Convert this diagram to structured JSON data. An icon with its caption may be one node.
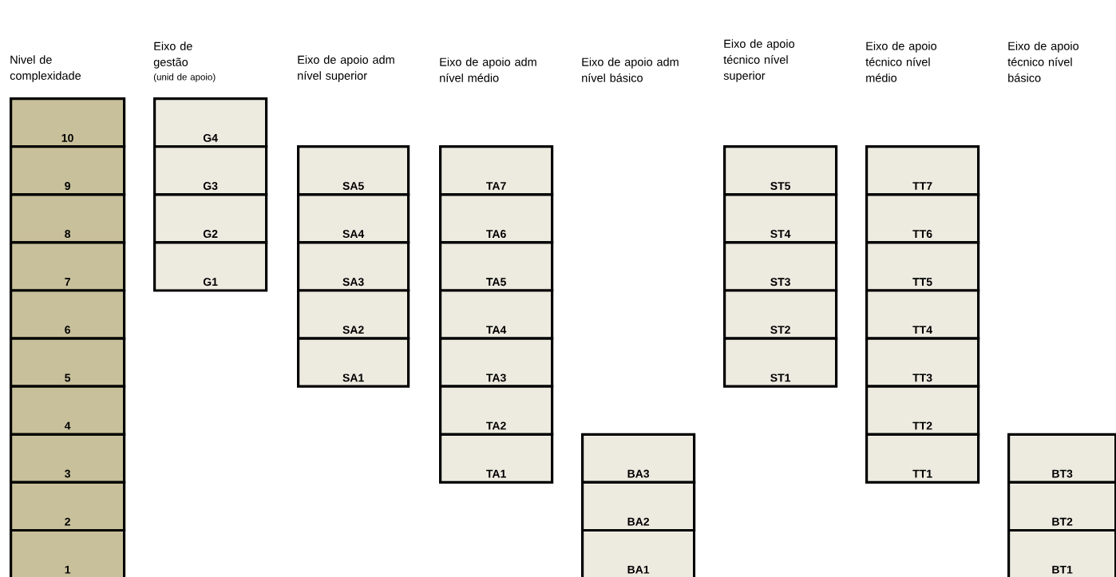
{
  "diagram": {
    "nodes": [
      {
        "text": [
          "10"
        ]
      },
      {
        "text": [
          "9"
        ]
      },
      {
        "text": [
          "8"
        ]
      },
      {
        "text": [
          "7"
        ]
      },
      {
        "text": [
          "6"
        ]
      },
      {
        "text": [
          "5"
        ]
      },
      {
        "text": [
          "4"
        ]
      },
      {
        "text": [
          "3"
        ]
      },
      {
        "text": [
          "2"
        ]
      },
      {
        "text": [
          "1"
        ]
      },
      {
        "text": [
          "G4"
        ]
      },
      {
        "text": [
          "G3"
        ]
      },
      {
        "text": [
          "G2"
        ]
      },
      {
        "text": [
          "G1"
        ]
      },
      {
        "text": [
          "SA5"
        ]
      },
      {
        "text": [
          "SA4"
        ]
      },
      {
        "text": [
          "SA3"
        ]
      },
      {
        "text": [
          "SA2"
        ]
      },
      {
        "text": [
          "SA1"
        ]
      },
      {
        "text": [
          "TA7"
        ]
      },
      {
        "text": [
          "TA6"
        ]
      },
      {
        "text": [
          "TA5"
        ]
      },
      {
        "text": [
          "TA4"
        ]
      },
      {
        "text": [
          "TA3"
        ]
      },
      {
        "text": [
          "TA2"
        ]
      },
      {
        "text": [
          "TA1"
        ]
      },
      {
        "text": [
          "BA3"
        ]
      },
      {
        "text": [
          "BA2"
        ]
      },
      {
        "text": [
          "BA1"
        ]
      },
      {
        "text": [
          "ST5"
        ]
      },
      {
        "text": [
          "ST4"
        ]
      },
      {
        "text": [
          "ST3"
        ]
      },
      {
        "text": [
          "ST2"
        ]
      },
      {
        "text": [
          "ST1"
        ]
      },
      {
        "text": [
          "TT7"
        ]
      },
      {
        "text": [
          "TT6"
        ]
      },
      {
        "text": [
          "TT5"
        ]
      },
      {
        "text": [
          "TT4"
        ]
      },
      {
        "text": [
          "TT3"
        ]
      },
      {
        "text": [
          "TT2"
        ]
      },
      {
        "text": [
          "TT1"
        ]
      },
      {
        "text": [
          "BT3"
        ]
      },
      {
        "text": [
          "BT2"
        ]
      },
      {
        "text": [
          "BT1"
        ]
      }
    ],
    "labels": [
      "Nivel de complexidade",
      "Eixo de gestão",
      "(unid de apoio)",
      "Eixo de apoio adm nível superior",
      "Eixo de apoio adm nível médio",
      "Eixo de apoio adm nível básico",
      "Eixo de apoio técnico nível superior",
      "Eixo de apoio técnico nível médio",
      "Eixo de apoio técnico nível básico"
    ]
  }
}
